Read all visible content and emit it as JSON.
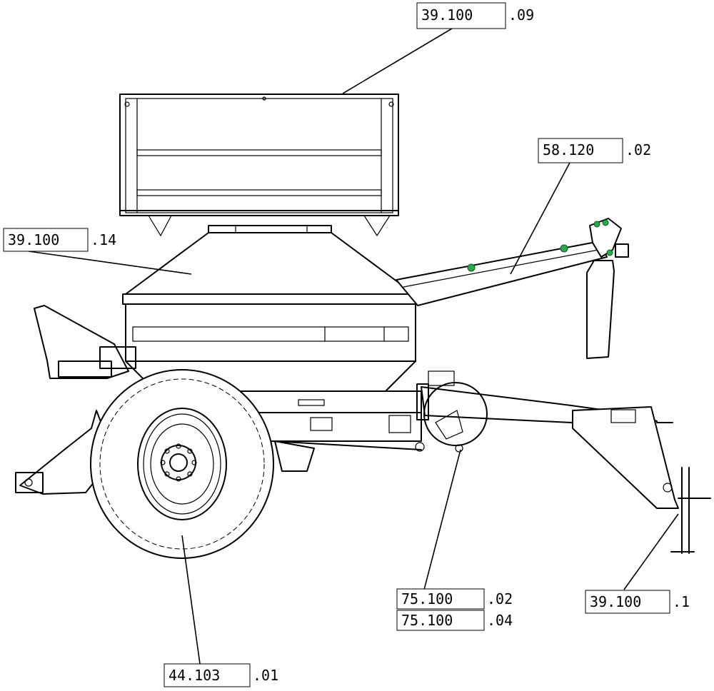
{
  "references": [
    {
      "id": "ref1",
      "boxed": "39.100",
      "rest": ".09"
    },
    {
      "id": "ref2",
      "boxed": "58.120",
      "rest": ".02"
    },
    {
      "id": "ref3",
      "boxed": "39.100",
      "rest": ".14"
    },
    {
      "id": "ref4",
      "boxed": "75.100",
      "rest": ".02"
    },
    {
      "id": "ref5",
      "boxed": "75.100",
      "rest": ".04"
    },
    {
      "id": "ref6",
      "boxed": "39.100",
      "rest": ".1"
    },
    {
      "id": "ref7",
      "boxed": "44.103",
      "rest": ".01"
    }
  ]
}
